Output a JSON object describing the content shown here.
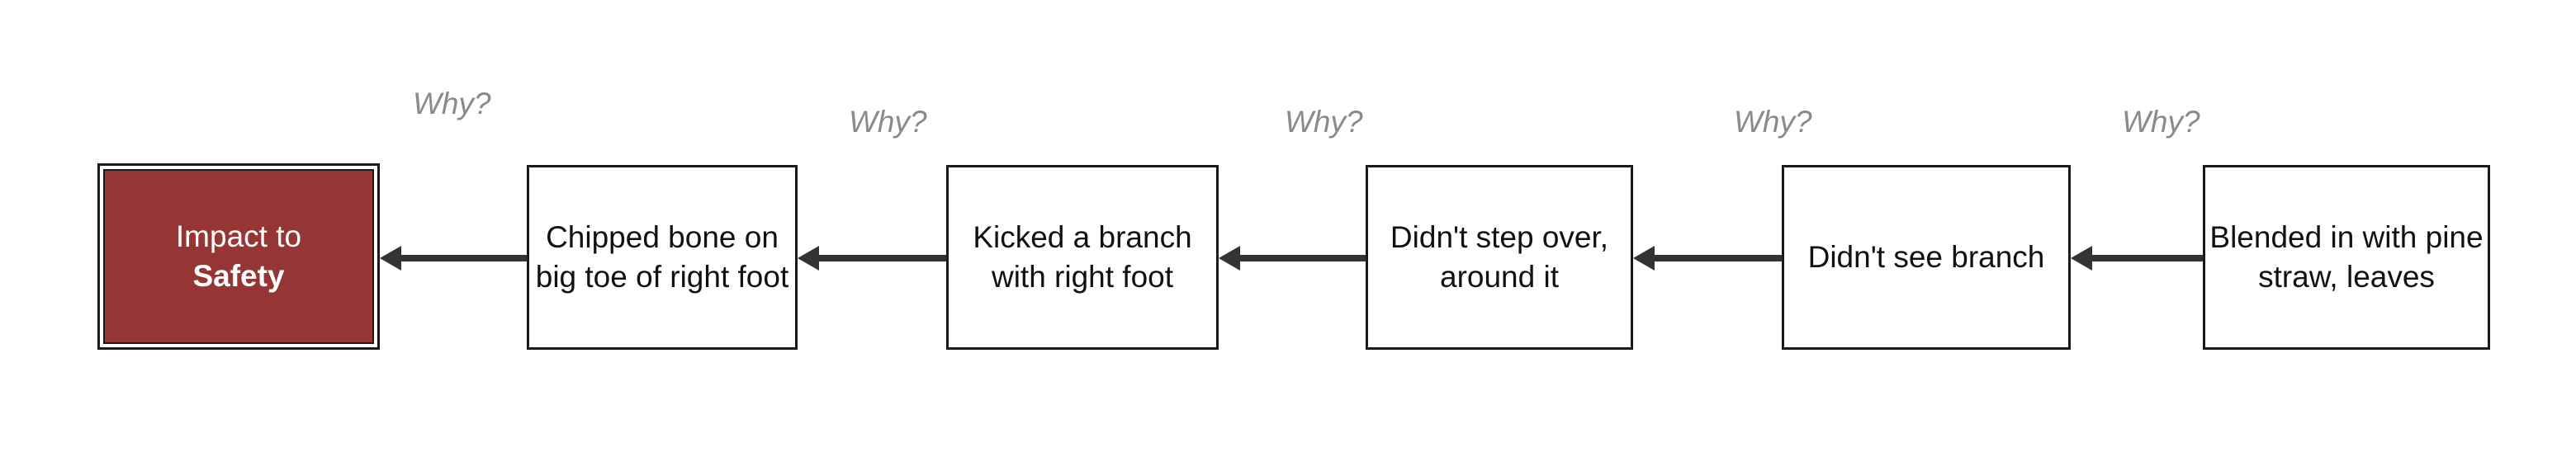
{
  "colors": {
    "impact_fill": "#963634",
    "why_text": "#8a8a8a",
    "arrow": "#333333"
  },
  "impact": {
    "line1": "Impact to",
    "line2": "Safety"
  },
  "steps": [
    {
      "label": "Chipped bone on big toe of right foot"
    },
    {
      "label": "Kicked a branch with right foot"
    },
    {
      "label": "Didn't step over, around it"
    },
    {
      "label": "Didn't see branch"
    },
    {
      "label": "Blended in with pine straw, leaves"
    }
  ],
  "why_labels": [
    "Why?",
    "Why?",
    "Why?",
    "Why?",
    "Why?"
  ]
}
